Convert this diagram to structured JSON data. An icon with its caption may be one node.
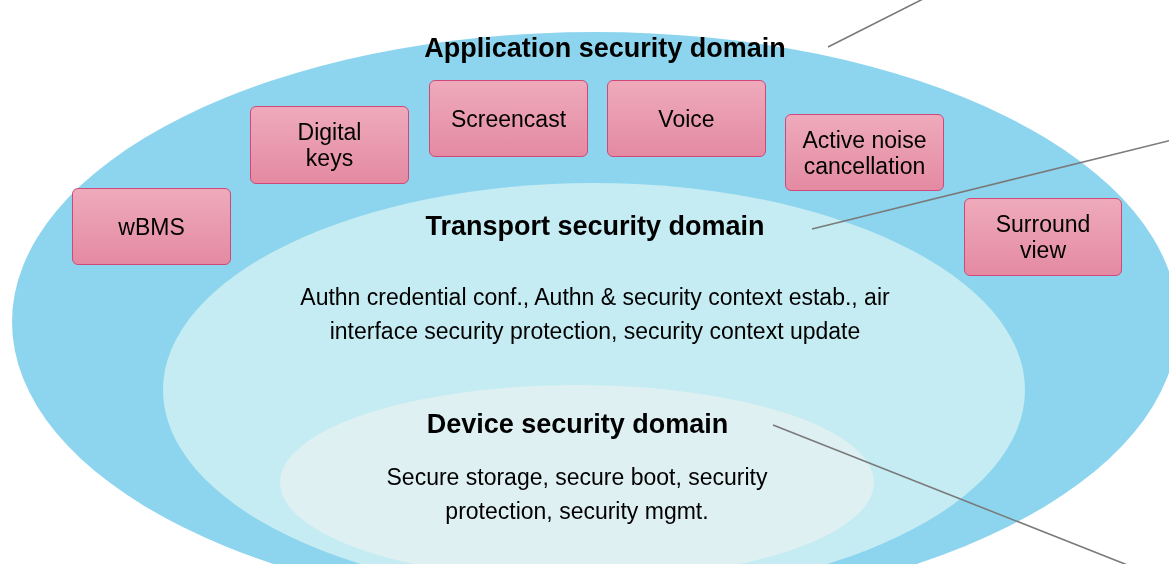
{
  "diagram": {
    "nodes": [
      {
        "text": [
          "Application security domain"
        ]
      },
      {
        "text": [
          "Digital keys"
        ],
        "in": 0
      },
      {
        "text": [
          "Screencast"
        ],
        "in": 0
      },
      {
        "text": [
          "Voice"
        ],
        "in": 0
      },
      {
        "text": [
          "Active noise cancellation"
        ],
        "in": 0
      },
      {
        "text": [
          "wBMS"
        ],
        "in": 0
      },
      {
        "text": [
          "Surround view"
        ],
        "in": 0
      },
      {
        "text": [
          "Transport security domain",
          "Authn credential conf., Authn & security context estab., air interface security protection, security context update"
        ],
        "in": 0
      },
      {
        "text": [
          "Device security domain",
          "Secure storage, secure boot, security protection, security mgmt."
        ],
        "in": 7
      }
    ],
    "edges": [
      {
        "from": 0,
        "to": null,
        "arrow": "none"
      },
      {
        "from": 7,
        "to": null,
        "arrow": "none"
      },
      {
        "from": 8,
        "to": null,
        "arrow": "none"
      }
    ]
  }
}
